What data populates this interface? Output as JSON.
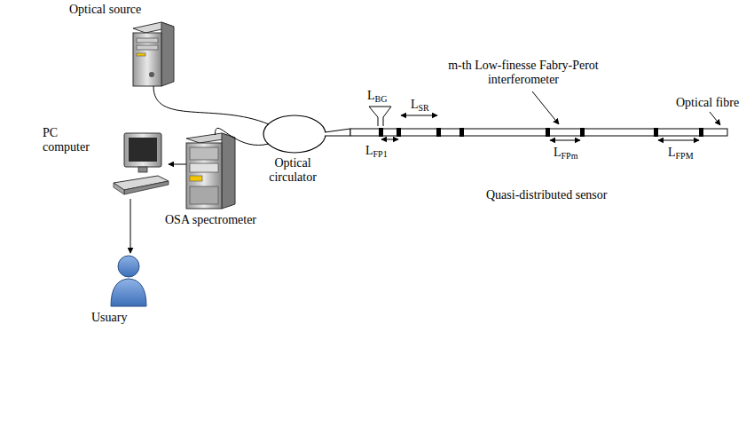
{
  "diagram": {
    "nodes": [
      {
        "text": [
          "Optical source"
        ]
      },
      {
        "text": [
          "Optical circulator"
        ]
      },
      {
        "text": [
          "OSA spectrometer"
        ]
      },
      {
        "text": [
          "PC computer"
        ]
      },
      {
        "text": [
          "Usuary"
        ]
      }
    ],
    "edges": [
      {
        "from": 0,
        "to": 1,
        "arrow": "none"
      },
      {
        "from": 1,
        "to": 2,
        "arrow": "none"
      },
      {
        "from": 2,
        "to": 3,
        "arrow": "to"
      },
      {
        "from": 3,
        "to": 4,
        "arrow": "to"
      }
    ],
    "labels": [
      "LBG",
      "LFP1",
      "LSR",
      "m-th Low-finesse Fabry-Perot interferometer",
      "LFPm",
      "LFPM",
      "Optical fibre",
      "Quasi-distributed sensor"
    ]
  }
}
